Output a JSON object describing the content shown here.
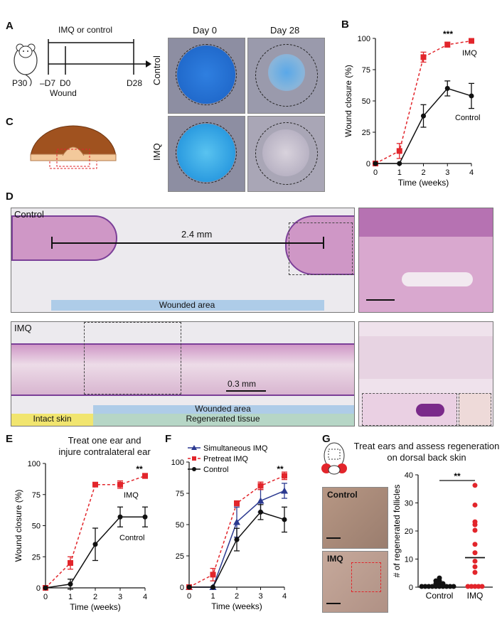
{
  "panels": {
    "A": "A",
    "B": "B",
    "C": "C",
    "D": "D",
    "E": "E",
    "F": "F",
    "G": "G"
  },
  "timeline": {
    "treatment": "IMQ or control",
    "p30": "P30",
    "d_minus7": "–D7",
    "d0": "D0",
    "d28": "D28",
    "wound": "Wound"
  },
  "photos": {
    "day0": "Day 0",
    "day28": "Day 28",
    "control": "Control",
    "imq": "IMQ"
  },
  "histology": {
    "control": "Control",
    "imq": "IMQ",
    "distance": "2.4 mm",
    "wounded_area": "Wounded area",
    "scale_imq": "0.3 mm",
    "intact_skin": "Intact skin",
    "wounded_area_2": "Wounded area",
    "regenerated": "Regenerated tissue"
  },
  "panel_e": {
    "title_line1": "Treat one ear and",
    "title_line2": "injure contralateral ear"
  },
  "panel_g": {
    "title_line1": "Treat ears and assess regeneration",
    "title_line2": "on dorsal back skin",
    "photo_control": "Control",
    "photo_imq": "IMQ"
  },
  "colors": {
    "imq": "#e2252b",
    "control": "#111111",
    "simultaneous": "#2b3990",
    "blue_wound": "#2a8fd8",
    "tissue": "#c98fb8"
  },
  "chart_data": [
    {
      "id": "B",
      "type": "line",
      "xlabel": "Time (weeks)",
      "ylabel": "Wound closure (%)",
      "xlim": [
        0,
        4
      ],
      "ylim": [
        0,
        100
      ],
      "x_ticks": [
        0,
        1,
        2,
        3,
        4
      ],
      "y_ticks": [
        0,
        25,
        50,
        75,
        100
      ],
      "annotation": "***",
      "series": [
        {
          "name": "IMQ",
          "x": [
            0,
            1,
            2,
            3,
            4
          ],
          "values": [
            0,
            10,
            85,
            95,
            98
          ],
          "err": [
            0,
            6,
            4,
            2,
            1
          ]
        },
        {
          "name": "Control",
          "x": [
            0,
            1,
            2,
            3,
            4
          ],
          "values": [
            0,
            0,
            38,
            60,
            54
          ],
          "err": [
            0,
            0,
            9,
            6,
            10
          ]
        }
      ]
    },
    {
      "id": "E",
      "type": "line",
      "xlabel": "Time (weeks)",
      "ylabel": "Wound closure (%)",
      "xlim": [
        0,
        4
      ],
      "ylim": [
        0,
        100
      ],
      "x_ticks": [
        0,
        1,
        2,
        3,
        4
      ],
      "y_ticks": [
        0,
        25,
        50,
        75,
        100
      ],
      "annotation": "**",
      "series": [
        {
          "name": "IMQ",
          "x": [
            0,
            1,
            2,
            3,
            4
          ],
          "values": [
            0,
            20,
            83,
            83,
            90
          ],
          "err": [
            0,
            5,
            1,
            3,
            2
          ]
        },
        {
          "name": "Control",
          "x": [
            0,
            1,
            2,
            3,
            4
          ],
          "values": [
            0,
            3,
            35,
            57,
            57
          ],
          "err": [
            0,
            4,
            13,
            8,
            8
          ]
        }
      ]
    },
    {
      "id": "F",
      "type": "line",
      "xlabel": "Time (weeks)",
      "ylabel": "",
      "xlim": [
        0,
        4
      ],
      "ylim": [
        0,
        100
      ],
      "x_ticks": [
        0,
        1,
        2,
        3,
        4
      ],
      "y_ticks": [
        0,
        25,
        50,
        75,
        100
      ],
      "annotation": "**",
      "series": [
        {
          "name": "Simultaneous IMQ",
          "x": [
            0,
            1,
            2,
            3,
            4
          ],
          "values": [
            0,
            0,
            52,
            69,
            77
          ],
          "err": [
            0,
            0,
            12,
            9,
            6
          ]
        },
        {
          "name": "Pretreat IMQ",
          "x": [
            0,
            1,
            2,
            3,
            4
          ],
          "values": [
            0,
            10,
            67,
            81,
            89
          ],
          "err": [
            0,
            5,
            2,
            3,
            3
          ]
        },
        {
          "name": "Control",
          "x": [
            0,
            1,
            2,
            3,
            4
          ],
          "values": [
            0,
            0,
            38,
            60,
            54
          ],
          "err": [
            0,
            0,
            9,
            6,
            10
          ]
        }
      ]
    },
    {
      "id": "G",
      "type": "scatter",
      "categories": [
        "Control",
        "IMQ"
      ],
      "ylabel": "# of regenerated follicles",
      "ylim": [
        0,
        40
      ],
      "y_ticks": [
        0,
        10,
        20,
        30,
        40
      ],
      "annotation": "**",
      "series": [
        {
          "name": "Control",
          "values": [
            0,
            0,
            0,
            0,
            0,
            0,
            0,
            0,
            0,
            0,
            1,
            1,
            1,
            2,
            2,
            3
          ],
          "mean": 0.6
        },
        {
          "name": "IMQ",
          "values": [
            0,
            0,
            0,
            0,
            0,
            5,
            7,
            9,
            12,
            15,
            20,
            22,
            23,
            29,
            36
          ],
          "mean": 10.5
        }
      ]
    }
  ]
}
